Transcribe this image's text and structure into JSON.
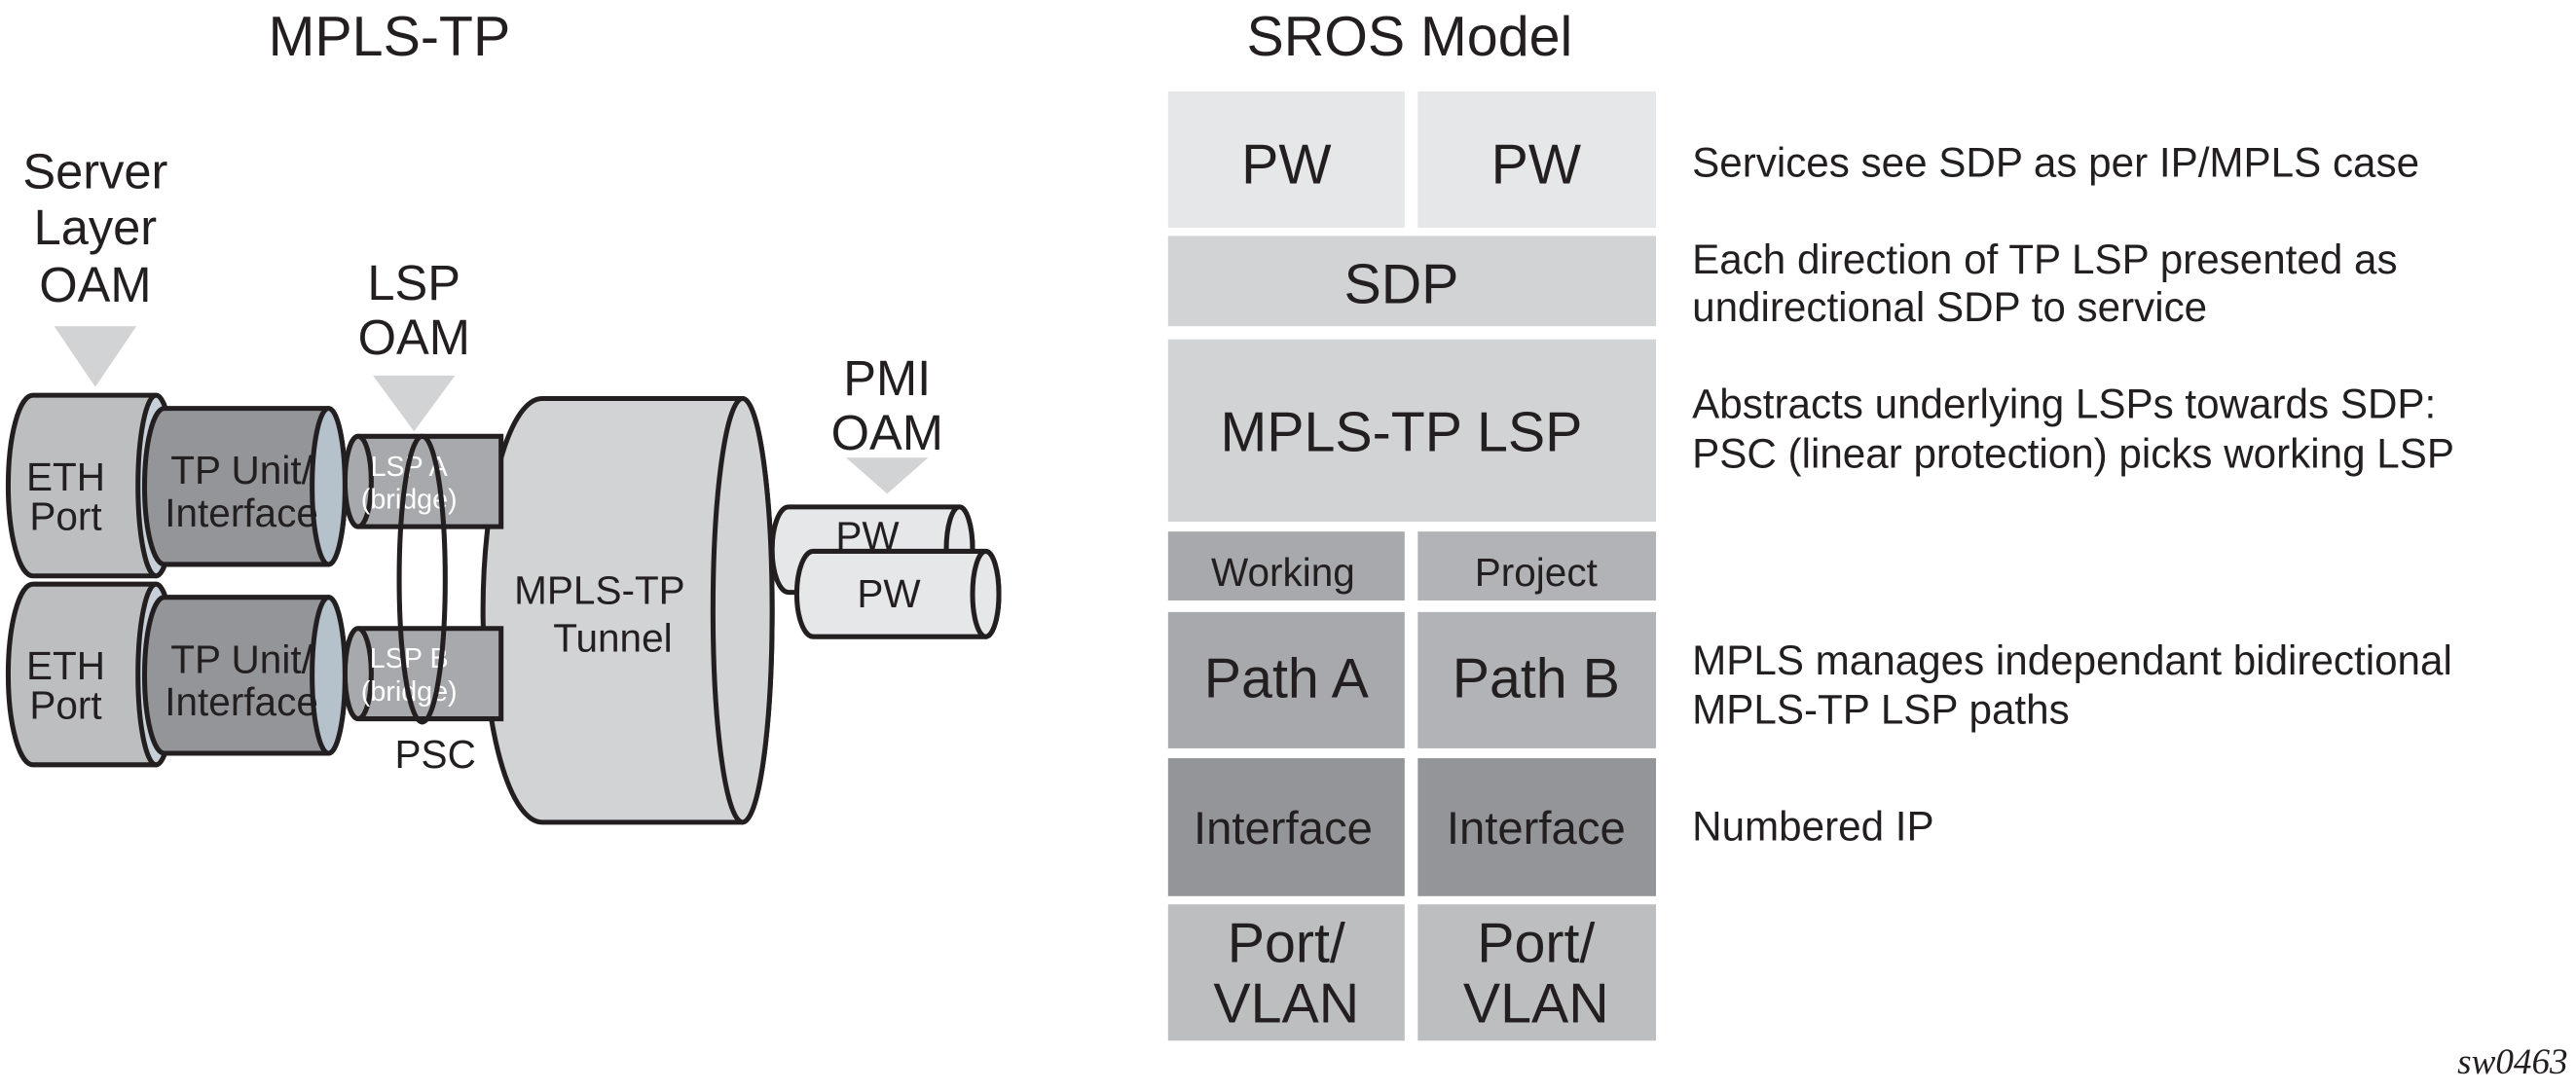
{
  "left": {
    "title": "MPLS-TP",
    "server_oam": [
      "Server",
      "Layer",
      "OAM"
    ],
    "lsp_oam": [
      "LSP",
      "OAM"
    ],
    "pmi_oam": [
      "PMI",
      "OAM"
    ],
    "eth_port": [
      "ETH",
      "Port"
    ],
    "tp_unit": [
      "TP Unit/",
      "Interface"
    ],
    "lsp_a": [
      "LSP A",
      "(bridge)"
    ],
    "lsp_b": [
      "LSP B",
      "(bridge)"
    ],
    "psc": "PSC",
    "tunnel": [
      "MPLS-TP",
      "Tunnel"
    ],
    "pw": "PW"
  },
  "right": {
    "title": "SROS Model",
    "blocks": {
      "pw1": "PW",
      "pw2": "PW",
      "sdp": "SDP",
      "lsp": "MPLS-TP LSP",
      "working": "Working",
      "project": "Project",
      "path_a": "Path A",
      "path_b": "Path B",
      "if1": "Interface",
      "if2": "Interface",
      "port1": [
        "Port/",
        "VLAN"
      ],
      "port2": [
        "Port/",
        "VLAN"
      ]
    },
    "notes": {
      "services": "Services see SDP as per IP/MPLS case",
      "sdp": [
        "Each direction of TP LSP presented as",
        "undirectional SDP to service"
      ],
      "lsp": [
        "Abstracts underlying LSPs towards SDP:",
        "PSC (linear protection) picks working LSP"
      ],
      "mpls": [
        "MPLS manages independant bidirectional",
        "MPLS-TP LSP paths"
      ],
      "ip": "Numbered IP"
    }
  },
  "figure_id": "sw0463",
  "colors": {
    "light": "#e6e7e8",
    "mid_light": "#d1d3d4",
    "mid": "#a7a9ac",
    "mid2": "#b1b3b6",
    "dark": "#939598",
    "port": "#bcbec0",
    "arrow": "#d1d3d4"
  }
}
